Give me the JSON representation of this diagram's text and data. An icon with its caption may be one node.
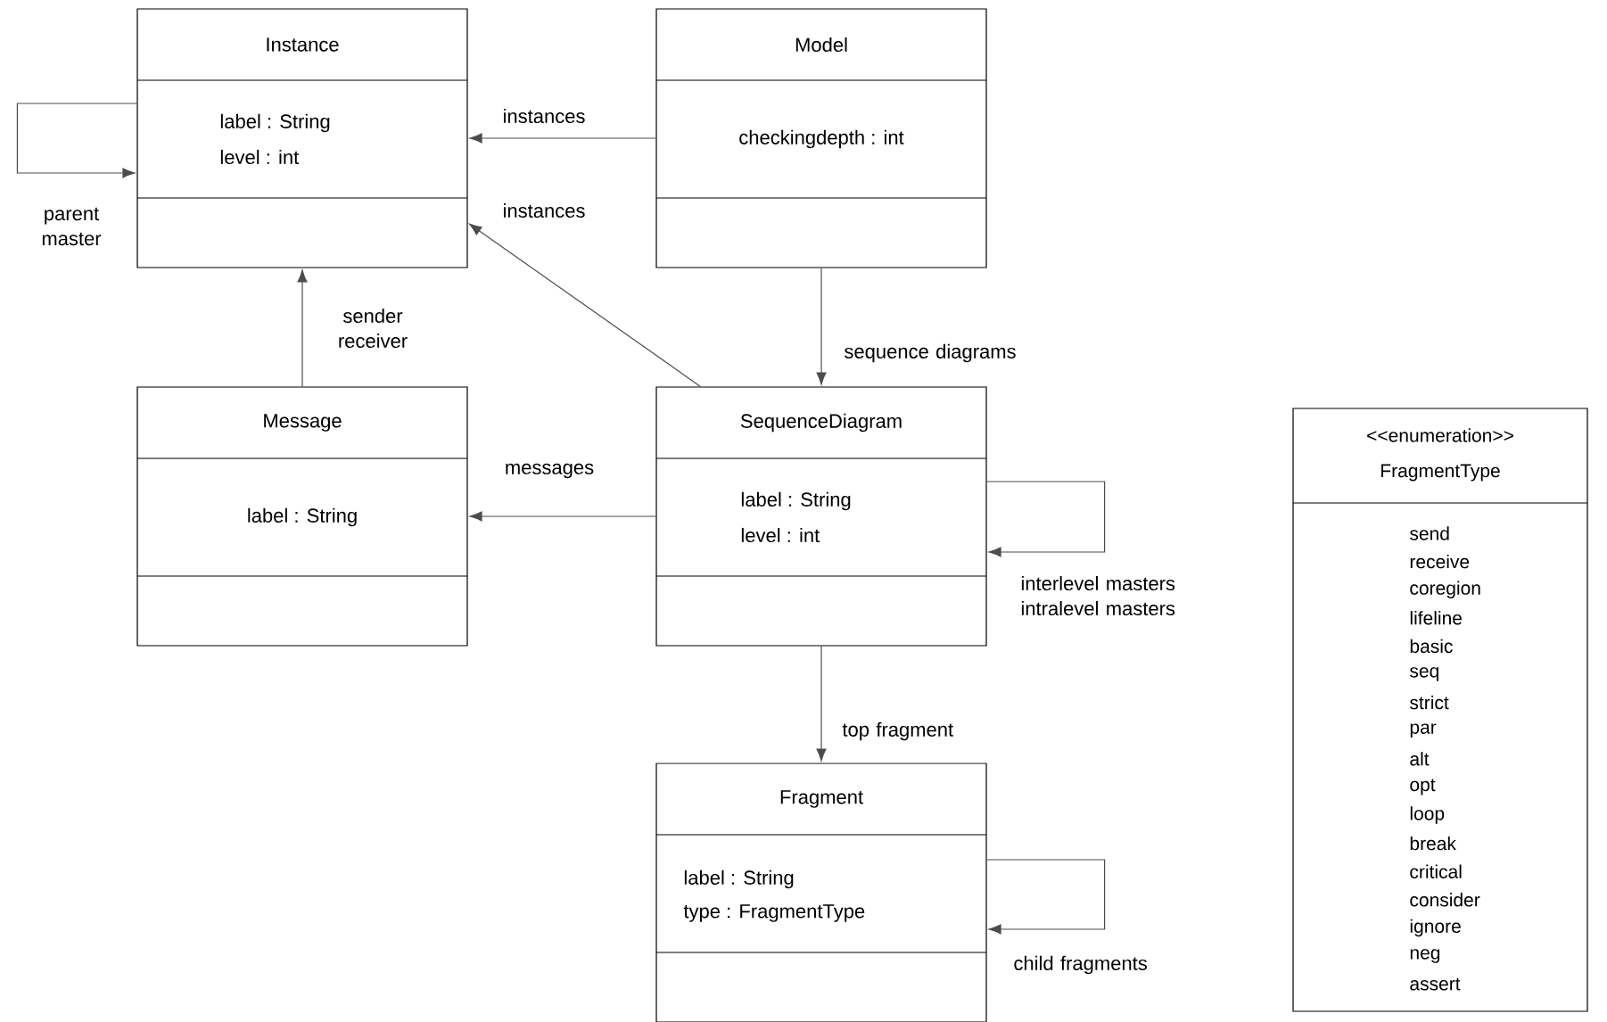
{
  "diagram": {
    "nodes": [
      {
        "text": [
          "Instance",
          "label : String",
          "level : int"
        ]
      },
      {
        "text": [
          "Model",
          "checkingdepth : int"
        ]
      },
      {
        "text": [
          "Message",
          "label : String"
        ]
      },
      {
        "text": [
          "SequenceDiagram",
          "label : String",
          "level : int"
        ]
      },
      {
        "text": [
          "Fragment",
          "label : String",
          "type : FragmentType"
        ]
      },
      {
        "text": [
          "<<enumeration>>",
          "FragmentType",
          "send",
          "receive",
          "coregion",
          "lifeline",
          "basic",
          "seq",
          "strict",
          "par",
          "alt",
          "opt",
          "loop",
          "break",
          "critical",
          "consider",
          "ignore",
          "neg",
          "assert"
        ]
      }
    ],
    "edges": [
      {
        "from": 0,
        "to": 0,
        "arrow": "to",
        "label": "parent master"
      },
      {
        "from": 1,
        "to": 0,
        "arrow": "to",
        "label": "instances"
      },
      {
        "from": 3,
        "to": 0,
        "arrow": "to",
        "label": "instances"
      },
      {
        "from": 2,
        "to": 0,
        "arrow": "to",
        "label": "sender receiver"
      },
      {
        "from": 1,
        "to": 3,
        "arrow": "to",
        "label": "sequence diagrams"
      },
      {
        "from": 3,
        "to": 2,
        "arrow": "to",
        "label": "messages"
      },
      {
        "from": 3,
        "to": 3,
        "arrow": "to",
        "label": "interlevel masters intralevel masters"
      },
      {
        "from": 3,
        "to": 4,
        "arrow": "to",
        "label": "top fragment"
      },
      {
        "from": 4,
        "to": 4,
        "arrow": "to",
        "label": "child fragments"
      }
    ]
  }
}
